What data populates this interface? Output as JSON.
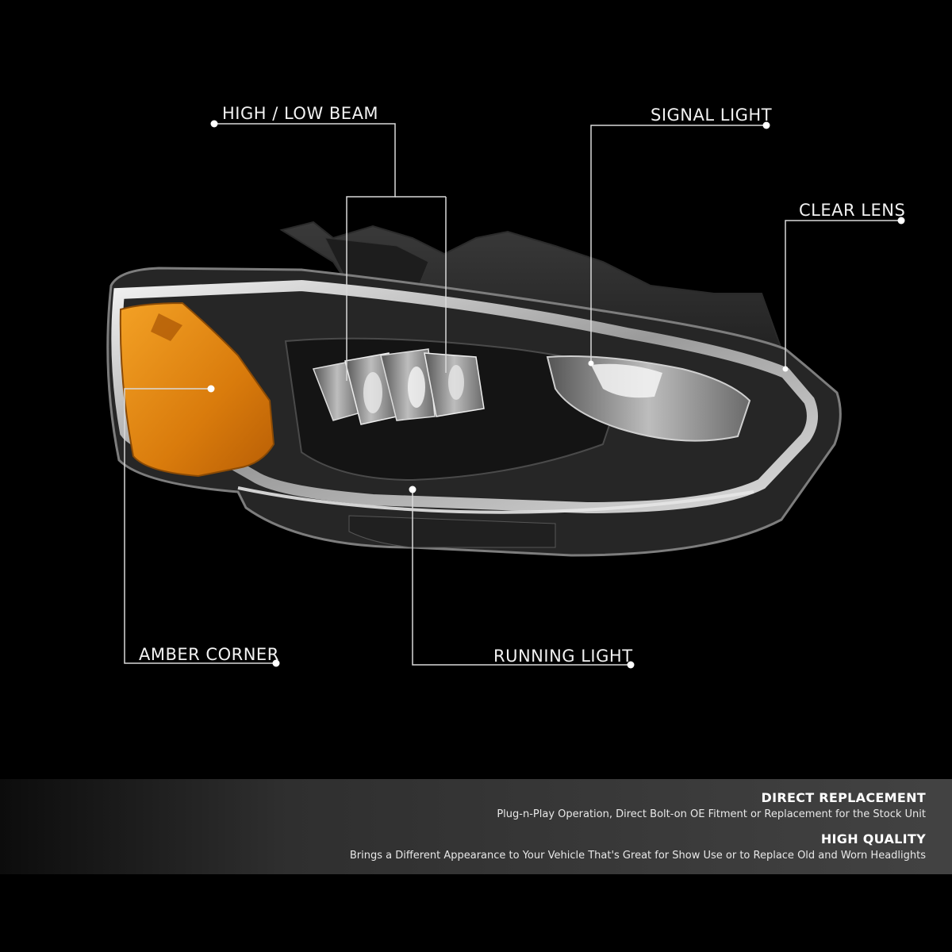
{
  "callouts": {
    "high_low_beam": "HIGH / LOW BEAM",
    "signal_light": "SIGNAL LIGHT",
    "clear_lens": "CLEAR LENS",
    "amber_corner": "AMBER CORNER",
    "running_light": "RUNNING LIGHT"
  },
  "features": [
    {
      "title": "DIRECT REPLACEMENT",
      "description": "Plug-n-Play Operation, Direct Bolt-on OE Fitment or Replacement for the Stock Unit"
    },
    {
      "title": "HIGH QUALITY",
      "description": "Brings a Different Appearance to Your Vehicle That's Great for Show Use or to Replace Old and Worn Headlights"
    }
  ],
  "colors": {
    "background": "#000000",
    "amber": "#e08a12",
    "chrome": "#c8c8c8",
    "leader": "#d9d9d9"
  }
}
